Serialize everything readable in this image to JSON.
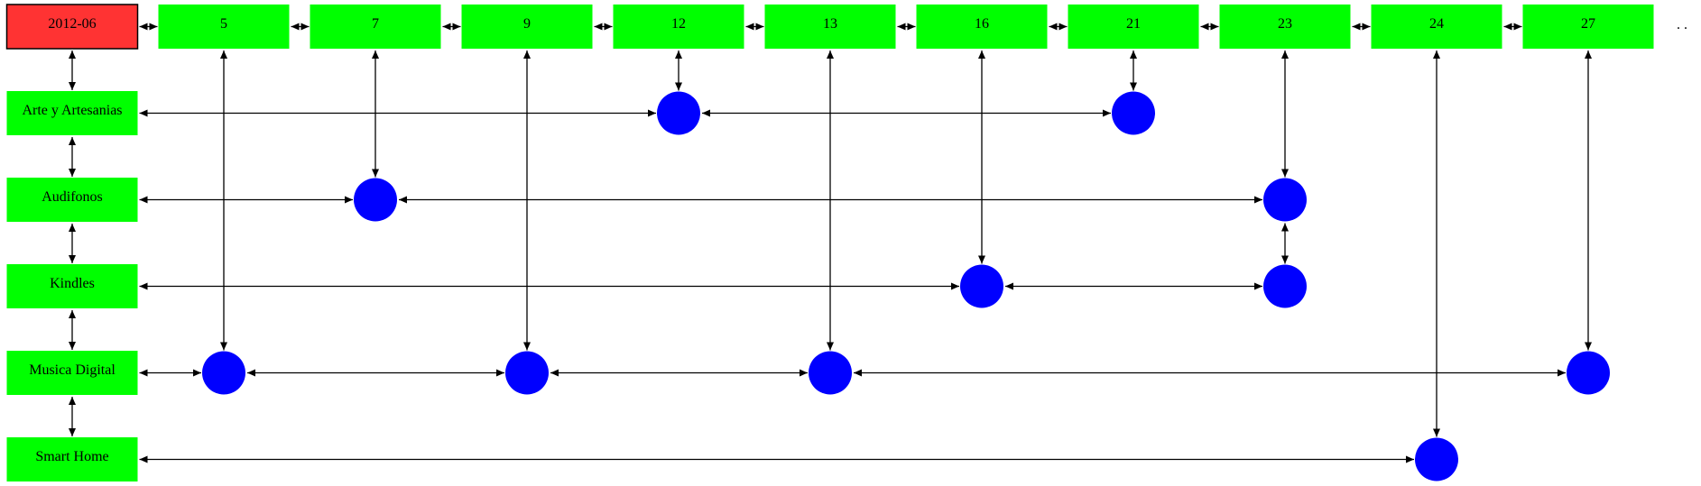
{
  "corner": {
    "label": "2012-06",
    "color": "#ff3333"
  },
  "colors": {
    "header_box": "#00ff00",
    "category_box": "#00ff00",
    "dot": "#0000ff",
    "edge": "#000000"
  },
  "days": [
    "5",
    "7",
    "9",
    "12",
    "13",
    "16",
    "21",
    "23",
    "24",
    "27"
  ],
  "categories": [
    "Arte y Artesanias",
    "Audifonos",
    "Kindles",
    "Musica Digital",
    "Smart Home"
  ],
  "trailing_marker": ". .",
  "dots": [
    {
      "category": "Arte y Artesanias",
      "days": [
        "12",
        "21"
      ]
    },
    {
      "category": "Audifonos",
      "days": [
        "7",
        "23"
      ]
    },
    {
      "category": "Kindles",
      "days": [
        "16",
        "23"
      ]
    },
    {
      "category": "Musica Digital",
      "days": [
        "5",
        "9",
        "13",
        "27"
      ]
    },
    {
      "category": "Smart Home",
      "days": [
        "24"
      ]
    }
  ]
}
